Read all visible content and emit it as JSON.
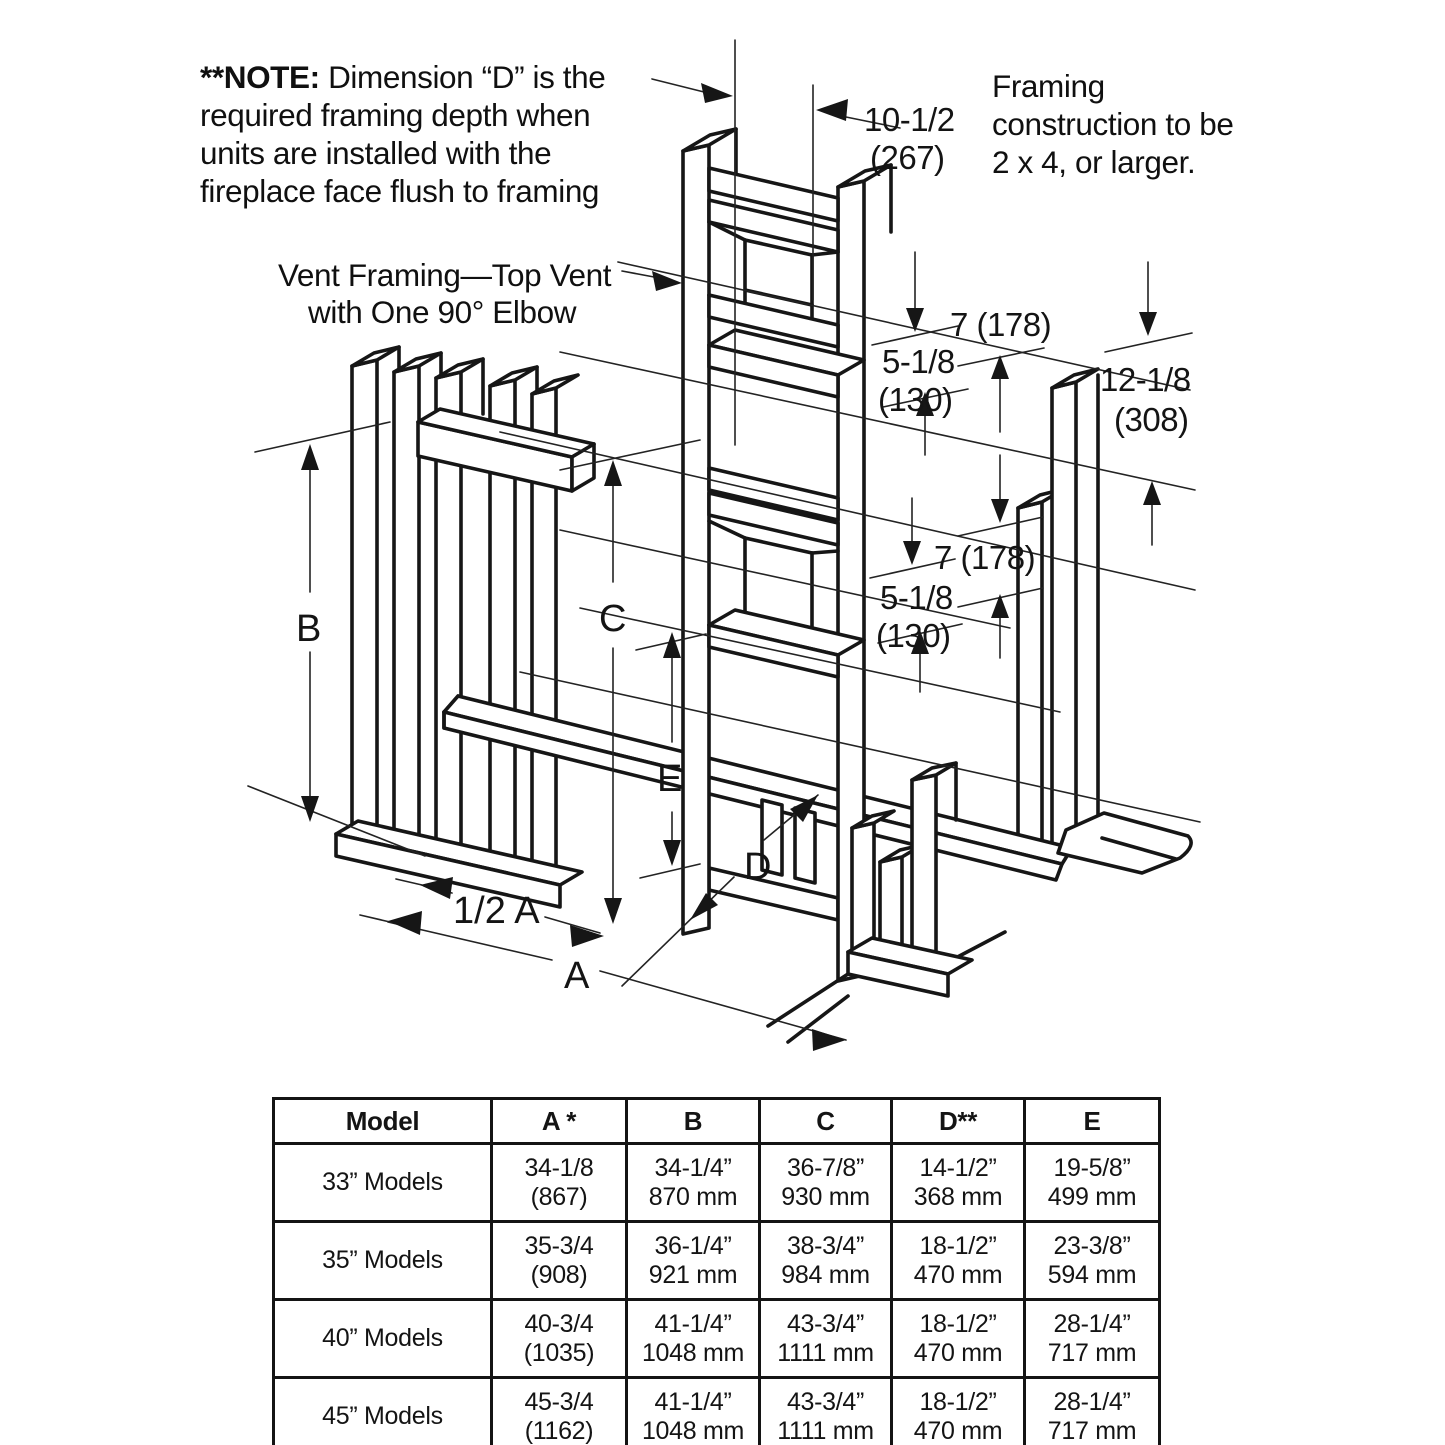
{
  "note": {
    "prefix": "**NOTE:",
    "line1": " Dimension “D” is the",
    "line2": "required framing depth when",
    "line3": "units are installed with the",
    "line4": "fireplace face flush to framing"
  },
  "framing_note": {
    "line1": "Framing",
    "line2": "construction to be",
    "line3": "2 x 4, or larger."
  },
  "vent_label": {
    "line1": "Vent Framing—Top Vent",
    "line2": "with One 90° Elbow"
  },
  "dims": {
    "vent_width_in": "10-1/2",
    "vent_width_mm": "(267)",
    "gap7_top": "7 (178)",
    "gap5_top_in": "5-1/8",
    "gap5_top_mm": "(130)",
    "offset12_in": "12-1/8",
    "offset12_mm": "(308)",
    "gap7_bottom": "7 (178)",
    "gap5_bottom_in": "5-1/8",
    "gap5_bottom_mm": "(130)",
    "dim_b": "B",
    "dim_c": "C",
    "dim_e": "E",
    "dim_d": "D",
    "dim_half_a": "1/2 A",
    "dim_a": "A"
  },
  "table": {
    "headers": [
      "Model",
      "A *",
      "B",
      "C",
      "D**",
      "E"
    ],
    "rows": [
      {
        "model": "33” Models",
        "a1": "34-1/8",
        "a2": "(867)",
        "b1": "34-1/4”",
        "b2": "870 mm",
        "c1": "36-7/8”",
        "c2": "930 mm",
        "d1": "14-1/2”",
        "d2": "368 mm",
        "e1": "19-5/8”",
        "e2": "499 mm"
      },
      {
        "model": "35” Models",
        "a1": "35-3/4",
        "a2": "(908)",
        "b1": "36-1/4”",
        "b2": "921 mm",
        "c1": "38-3/4”",
        "c2": "984 mm",
        "d1": "18-1/2”",
        "d2": "470 mm",
        "e1": "23-3/8”",
        "e2": "594 mm"
      },
      {
        "model": "40” Models",
        "a1": "40-3/4",
        "a2": "(1035)",
        "b1": "41-1/4”",
        "b2": "1048 mm",
        "c1": "43-3/4”",
        "c2": "1111 mm",
        "d1": "18-1/2”",
        "d2": "470 mm",
        "e1": "28-1/4”",
        "e2": "717 mm"
      },
      {
        "model": "45” Models",
        "a1": "45-3/4",
        "a2": "(1162)",
        "b1": "41-1/4”",
        "b2": "1048 mm",
        "c1": "43-3/4”",
        "c2": "1111 mm",
        "d1": "18-1/2”",
        "d2": "470 mm",
        "e1": "28-1/4”",
        "e2": "717 mm"
      }
    ]
  }
}
